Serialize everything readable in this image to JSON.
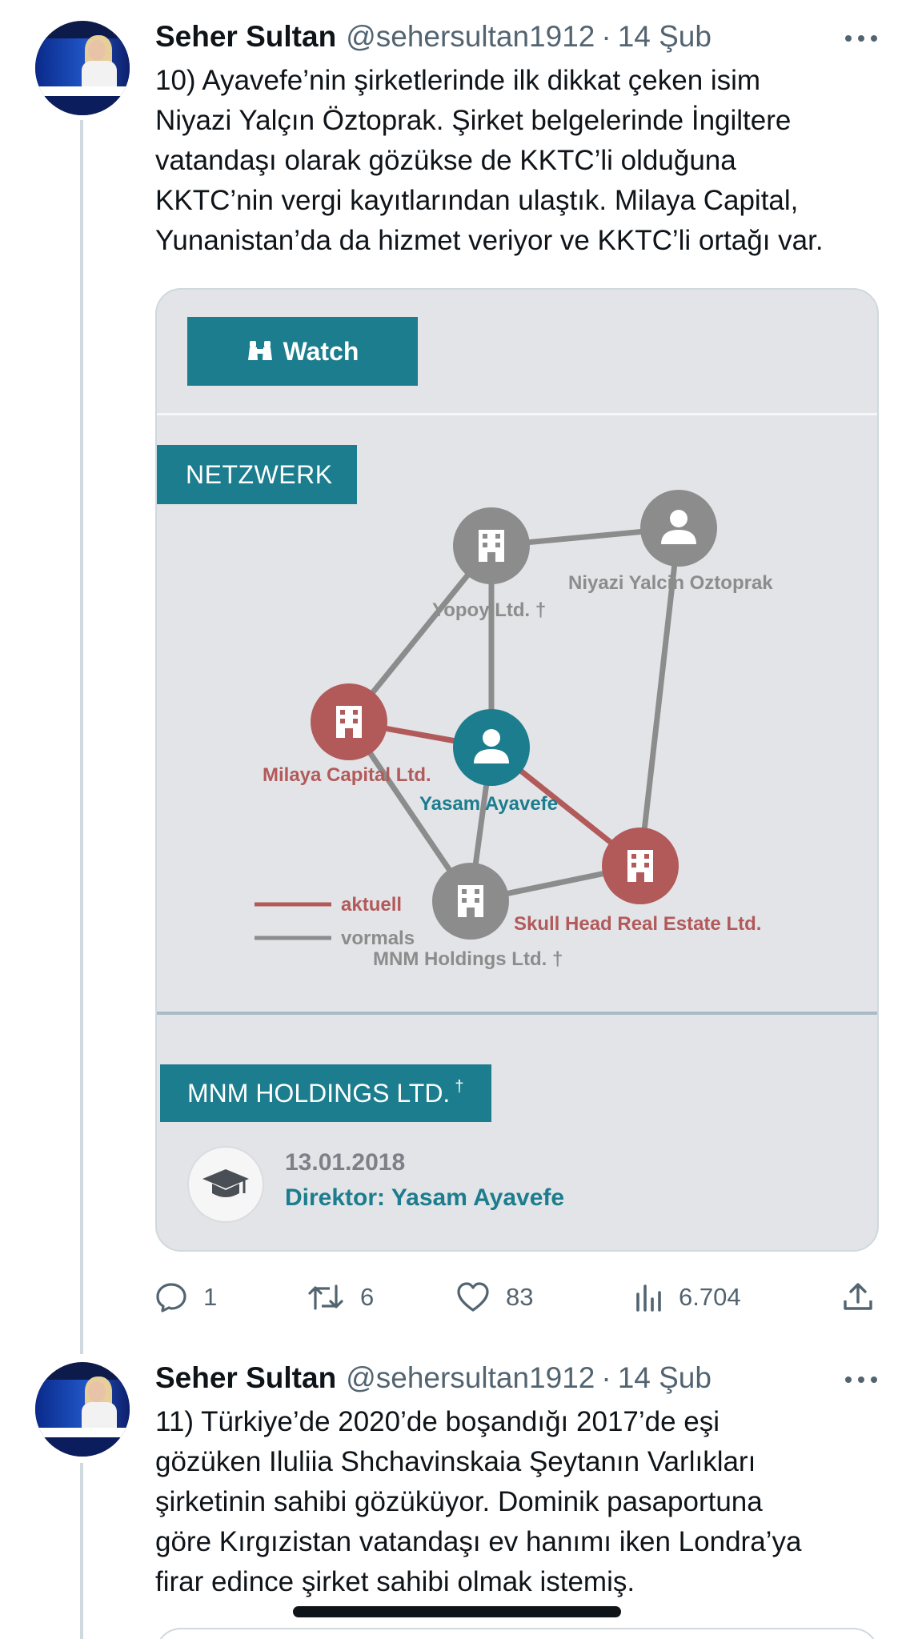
{
  "tweets": [
    {
      "author_name": "Seher Sultan",
      "author_handle": "@sehersultan1912",
      "separator": "·",
      "date": "14 Şub",
      "text_lines": [
        "10) Ayavefe’nin şirketlerinde ilk dikkat çeken isim",
        "Niyazi Yalçın Öztoprak. Şirket belgelerinde İngiltere",
        "vatandaşı olarak gözükse de KKTC’li olduğuna",
        "KKTC’nin vergi kayıtlarından ulaştık. Milaya Capital,",
        "Yunanistan’da da hizmet veriyor ve KKTC’li ortağı var."
      ],
      "media": {
        "watch_label": "Watch",
        "network_tab": "NETZWERK",
        "nodes": {
          "yopoy": "Yopoy Ltd. †",
          "niyazi": "Niyazi Yalcin Oztoprak",
          "milaya": "Milaya Capital Ltd.",
          "yasam": "Yasam Ayavefe",
          "skull": "Skull Head Real Estate Ltd.",
          "mnm": "MNM Holdings Ltd. †"
        },
        "legend": {
          "current": "aktuell",
          "former": "vormals"
        },
        "company_tab": "MNM HOLDINGS LTD.",
        "company_tab_mark": "†",
        "entry_date": "13.01.2018",
        "entry_role": "Direktor: Yasam Ayavefe",
        "colors": {
          "teal": "#1b7d8d",
          "current_red": "#b25a5a",
          "former_gray": "#8c8c8c"
        }
      },
      "stats": {
        "replies": "1",
        "retweets": "6",
        "likes": "83",
        "views": "6.704"
      }
    },
    {
      "author_name": "Seher Sultan",
      "author_handle": "@sehersultan1912",
      "separator": "·",
      "date": "14 Şub",
      "text_lines": [
        "11) Türkiye’de 2020’de boşandığı 2017’de eşi",
        "gözüken Iluliia Shchavinskaia Şeytanın Varlıkları",
        "şirketinin sahibi gözüküyor. Dominik pasaportuna",
        "göre Kırgızistan vatandaşı ev hanımı iken Londra’ya",
        "firar edince şirket sahibi olmak istemiş."
      ]
    }
  ]
}
